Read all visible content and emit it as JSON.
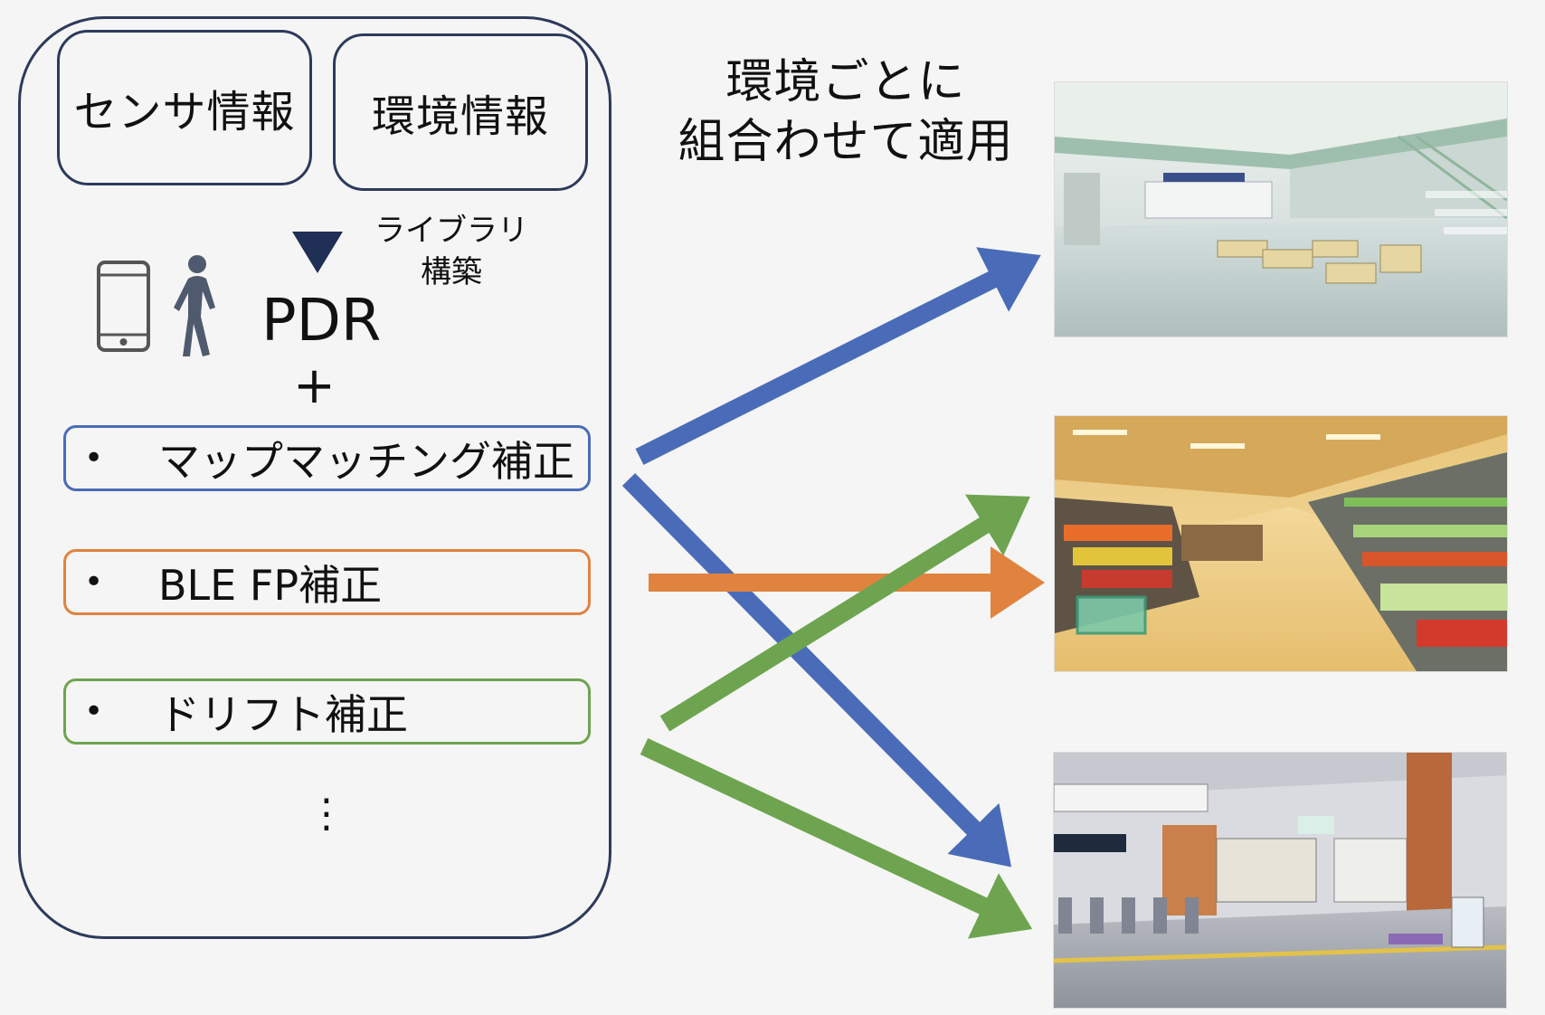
{
  "library": {
    "sensor_info": "センサ情報",
    "environment_info": "環境情報",
    "library_label": [
      "ライブラリ",
      "構築"
    ],
    "pdr": "PDR",
    "plus": "+",
    "methods": [
      {
        "bullet": "•",
        "label": "マップマッチング補正",
        "color": "#4a6cb8"
      },
      {
        "bullet": "•",
        "label": "BLE FP補正",
        "color": "#e0833f"
      },
      {
        "bullet": "•",
        "label": "ドリフト補正",
        "color": "#6ea450"
      }
    ],
    "ellipsis": "⋮"
  },
  "caption": [
    "環境ごとに",
    "組合わせて適用"
  ],
  "icons": [
    "smartphone-icon",
    "walking-person-icon",
    "down-triangle-icon"
  ],
  "scenes": [
    "station-lobby-image",
    "supermarket-image",
    "station-gates-image"
  ],
  "colors": {
    "outline": "#2c3a5c",
    "blue": "#4a6cb8",
    "orange": "#e0833f",
    "green": "#6ea450"
  }
}
